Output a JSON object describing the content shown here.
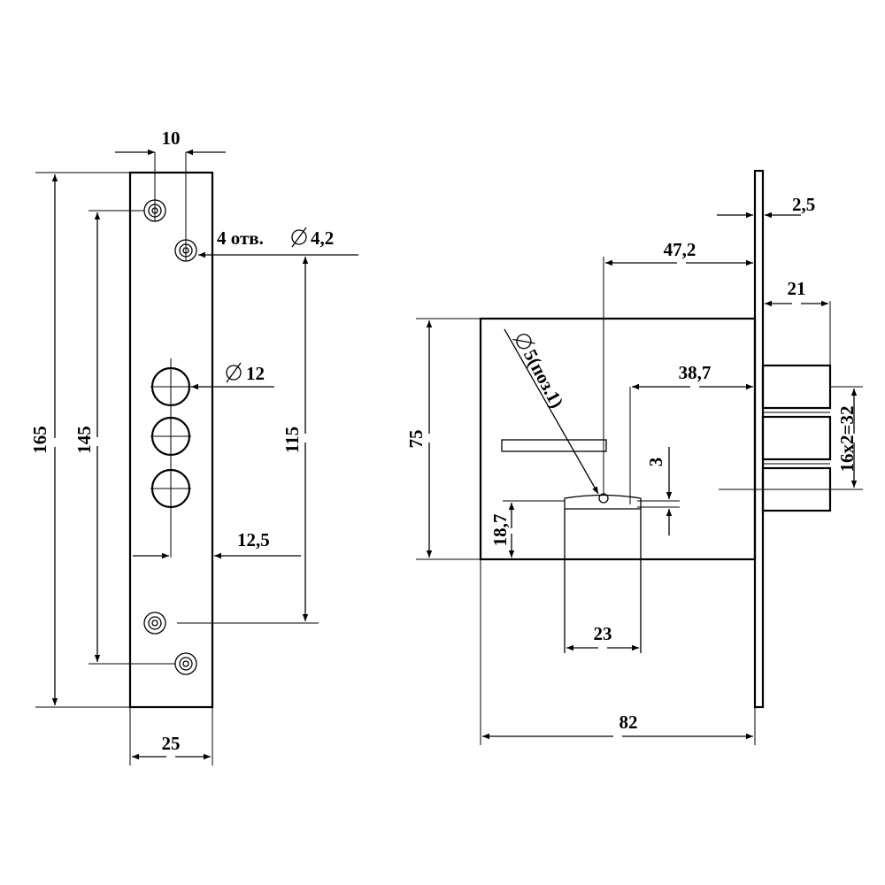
{
  "faceplate": {
    "dim_width_top": "10",
    "dim_holes": "4 отв.",
    "dim_hole_dia": "4,2",
    "dim_big_hole_dia": "12",
    "dim_total_height": "165",
    "dim_mount_height": "145",
    "dim_bolt_span": "115",
    "dim_center_offset": "12,5",
    "dim_width": "25"
  },
  "lock_body": {
    "dim_plate_thickness": "2,5",
    "dim_backset_47": "47,2",
    "dim_bolt_throw": "21",
    "dim_spindle_dia": "5(поз.1)",
    "dim_backset_38": "38,7",
    "dim_height": "75",
    "dim_bolt_pitch": "16x2=32",
    "dim_slot": "3",
    "dim_keyhole_height": "18,7",
    "dim_keyhole_width": "23",
    "dim_body_length": "82"
  }
}
